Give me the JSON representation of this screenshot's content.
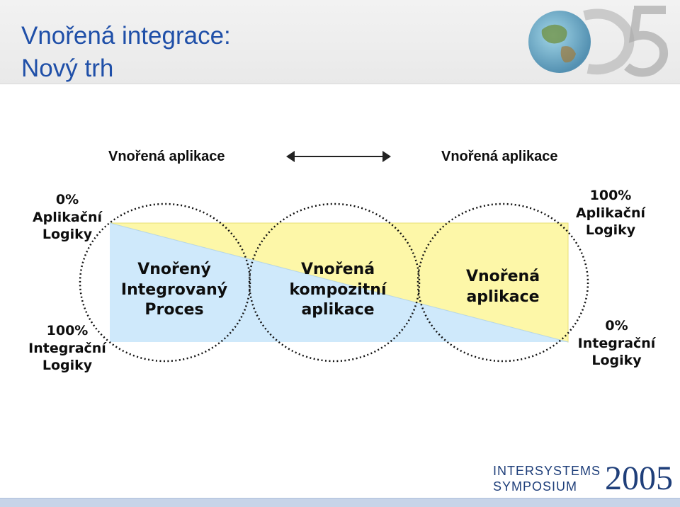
{
  "header": {
    "title_line1": "Vnořená integrace:",
    "title_line2": "Nový trh"
  },
  "top_labels": {
    "left": "Vnořená aplikace",
    "right": "Vnořená aplikace"
  },
  "axis_labels": {
    "top_left": [
      "0%",
      "Aplikační",
      "Logiky"
    ],
    "top_right": [
      "100%",
      "Aplikační",
      "Logiky"
    ],
    "bottom_left": [
      "100%",
      "Integrační",
      "Logiky"
    ],
    "bottom_right": [
      "0%",
      "Integrační",
      "Logiky"
    ]
  },
  "circles": [
    {
      "label": [
        "Vnořený",
        "Integrovaný",
        "Proces"
      ]
    },
    {
      "label": [
        "Vnořená",
        "kompozitní",
        "aplikace"
      ]
    },
    {
      "label": [
        "Vnořená",
        "aplikace"
      ]
    }
  ],
  "colors": {
    "title": "#1f4fa8",
    "yellow_region": "#fdf7a8",
    "blue_region": "#cfe9fb"
  },
  "logo": {
    "line1": "INTERSYSTEMS",
    "line2": "SYMPOSIUM",
    "year": "2005"
  }
}
